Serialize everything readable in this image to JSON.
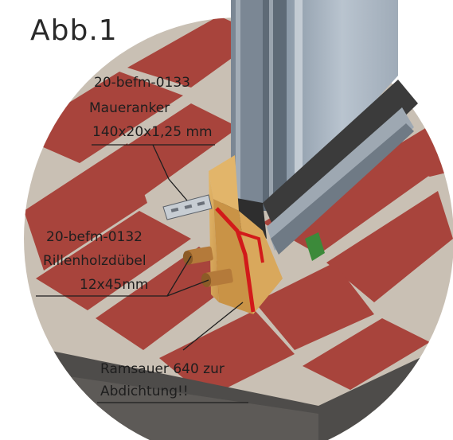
{
  "figure": {
    "title": "Abb.1",
    "labels": {
      "anchor_code": "20-befm-0133",
      "anchor_name": "Maueranker",
      "anchor_size": "140x20x1,25 mm",
      "dowel_code": "20-befm-0132",
      "dowel_name": "Rillenholzdübel",
      "dowel_size": "12x45mm",
      "seal_line1": "Ramsauer 640 zur",
      "seal_line2": "Abdichtung!!"
    }
  }
}
